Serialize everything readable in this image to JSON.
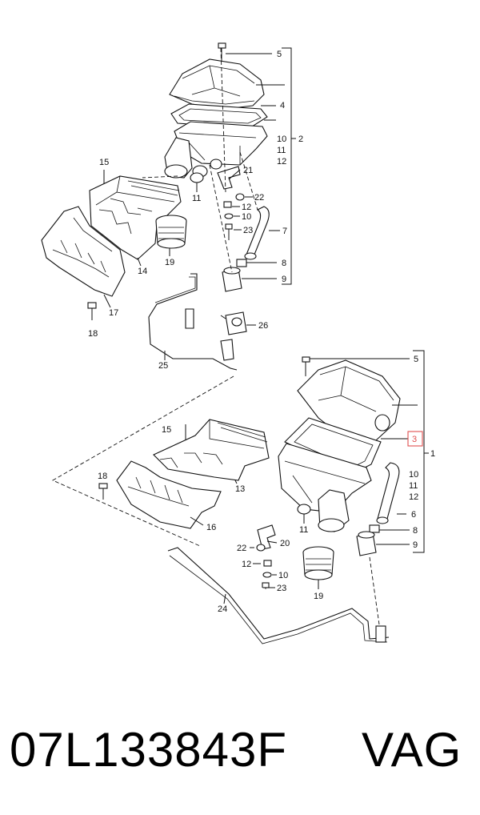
{
  "caption": {
    "part_number": "07L133843F",
    "brand": "VAG"
  },
  "highlight_color": "#e05050",
  "upper_assembly": {
    "callouts": [
      "5",
      "4",
      "10",
      "11",
      "12",
      "2",
      "15",
      "21",
      "22",
      "12",
      "10",
      "23",
      "7",
      "11",
      "19",
      "14",
      "8",
      "9",
      "17",
      "18",
      "26",
      "25"
    ]
  },
  "lower_assembly": {
    "callouts": [
      "5",
      "3",
      "1",
      "10",
      "11",
      "12",
      "6",
      "8",
      "9",
      "15",
      "13",
      "18",
      "16",
      "11",
      "22",
      "20",
      "12",
      "10",
      "23",
      "19",
      "24"
    ],
    "highlighted_callout": "3"
  }
}
